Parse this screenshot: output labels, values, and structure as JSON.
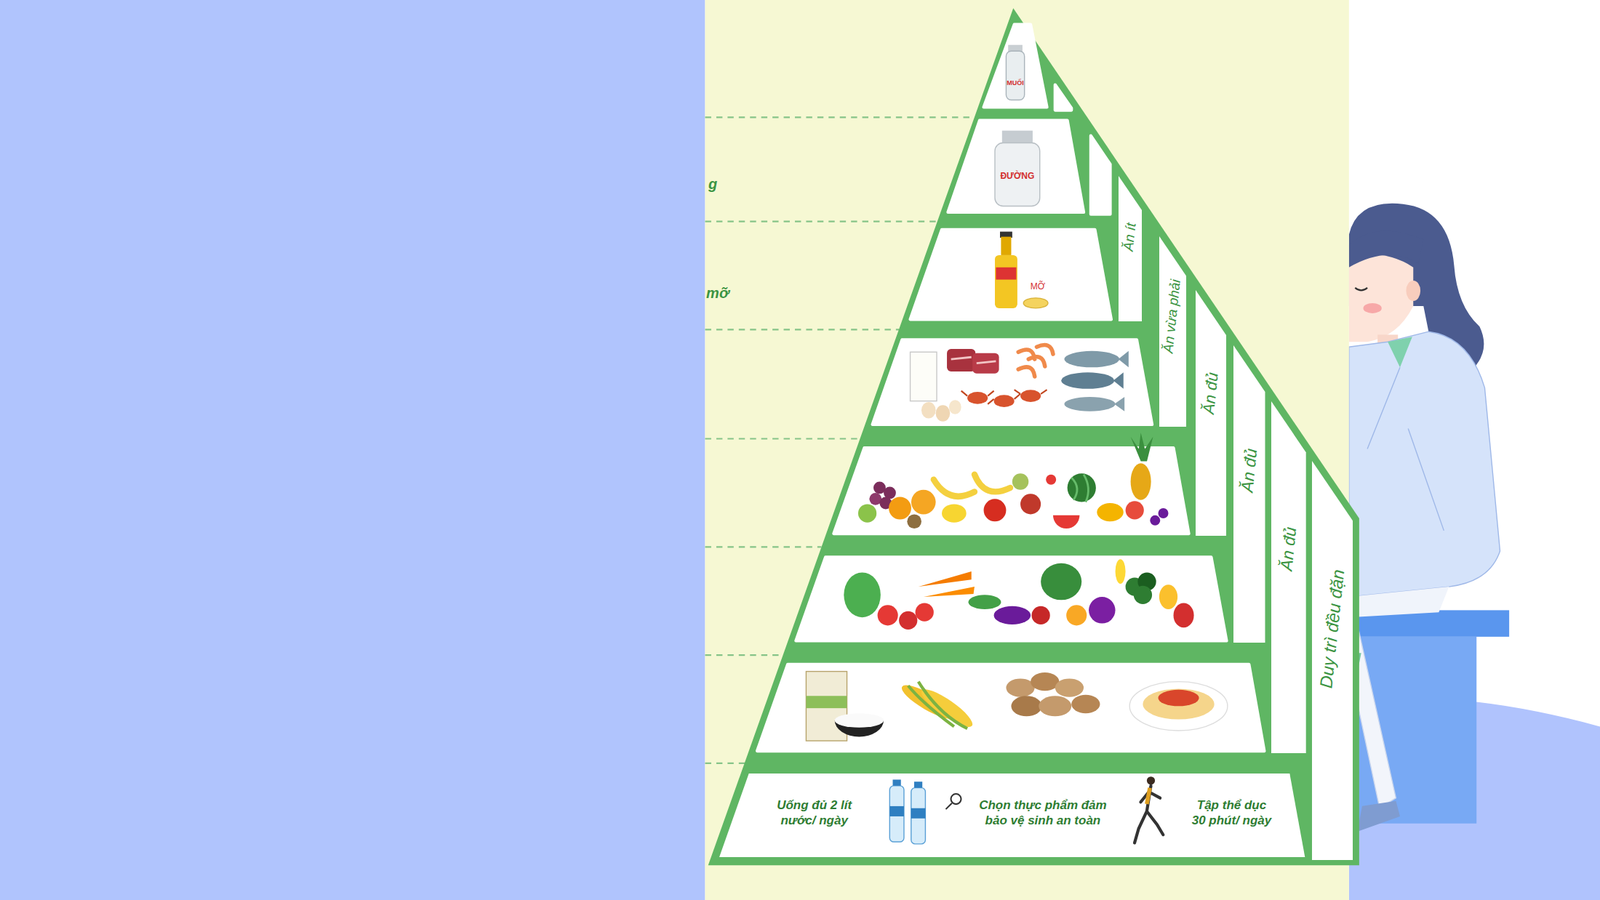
{
  "diagram": {
    "nodes": [
      {
        "text": [
          "Ăn ít"
        ]
      },
      {
        "text": [
          "Ăn vừa phải"
        ]
      },
      {
        "text": [
          "Ăn đủ"
        ]
      },
      {
        "text": [
          "Ăn đủ"
        ]
      },
      {
        "text": [
          "Ăn đủ"
        ]
      },
      {
        "text": [
          "Duy trì đều đặn"
        ]
      },
      {
        "text": [
          "Uống đủ 2 lít nước/ ngày",
          "Chọn thực phẩm đảm bảo vệ sinh an toàn",
          "Tập thể dục 30 phút/ ngày"
        ]
      }
    ],
    "labels": [
      "MUỐI",
      "g",
      "ĐƯỜNG",
      "mỡ",
      "MỠ"
    ]
  }
}
